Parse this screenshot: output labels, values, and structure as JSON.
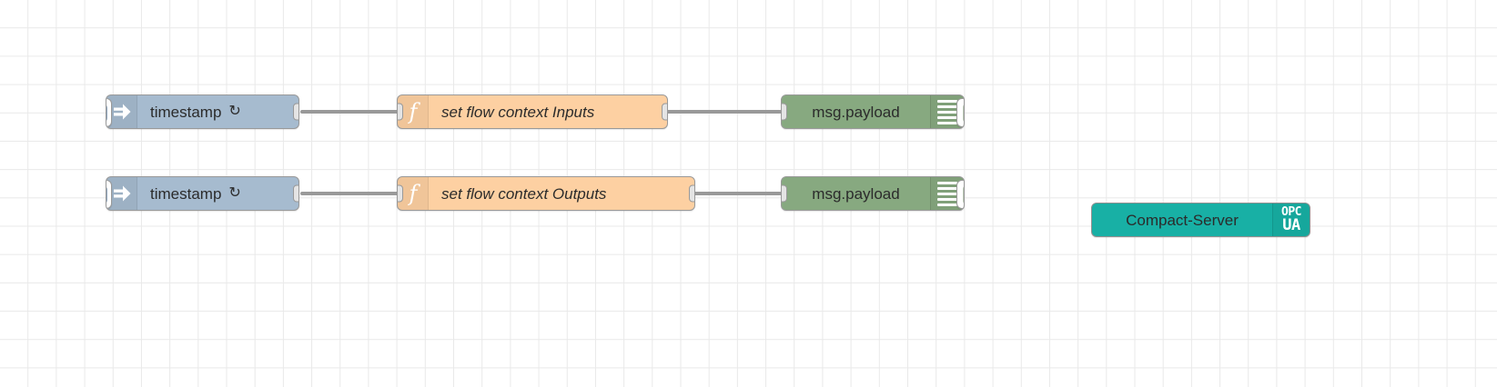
{
  "canvas": {
    "name": "node-red-flow-canvas",
    "background": "#ffffff",
    "grid_color": "#e9e9e9",
    "grid_size": 31
  },
  "palette": {
    "inject_color": "#a6bbcf",
    "function_color": "#fdd0a2",
    "debug_color": "#87a980",
    "opcua_color": "#18b0a5",
    "wire_color": "#999999",
    "port_color": "#e4e4e4",
    "node_border": "#999999"
  },
  "flows": [
    {
      "row": 1,
      "inject": {
        "label": "timestamp",
        "repeat_glyph": "↻",
        "icon": "inject-arrow-icon",
        "button": "inject-trigger-button"
      },
      "function": {
        "label": "set flow context Inputs",
        "icon": "function-f-icon"
      },
      "debug": {
        "label": "msg.payload",
        "icon": "debug-bars-icon",
        "toggle": "debug-enable-toggle"
      }
    },
    {
      "row": 2,
      "inject": {
        "label": "timestamp",
        "repeat_glyph": "↻",
        "icon": "inject-arrow-icon",
        "button": "inject-trigger-button"
      },
      "function": {
        "label": "set flow context Outputs",
        "icon": "function-f-icon"
      },
      "debug": {
        "label": "msg.payload",
        "icon": "debug-bars-icon",
        "toggle": "debug-enable-toggle"
      }
    }
  ],
  "opcua_node": {
    "label": "Compact-Server",
    "icon_line1": "OPC",
    "icon_line2": "UA",
    "icon": "opc-ua-icon"
  }
}
